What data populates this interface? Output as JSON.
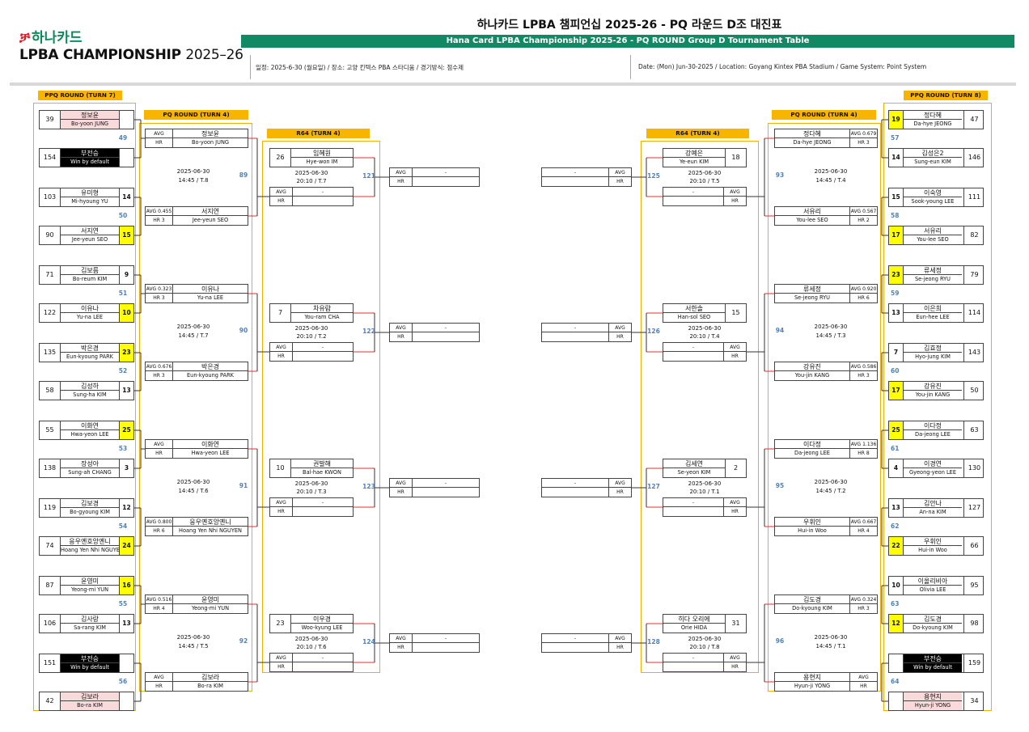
{
  "header": {
    "logo_brand": "하나카드",
    "logo_icon": "hana-logo-icon",
    "logo_lpba": "LPBA CHAMPIONSHIP",
    "logo_year": "2025–26",
    "title_ko": "하나카드 LPBA 챔피언십 2025-26 - PQ 라운드 D조 대진표",
    "title_en": "Hana Card LPBA Championship 2025-26 - PQ ROUND Group D Tournament Table",
    "info_ko": "일정: 2025-6-30 (월요일) / 장소: 고양 킨텍스 PBA 스타디움 / 경기방식: 점수제",
    "info_en": "Date: (Mon) Jun-30-2025 / Location: Goyang Kintex PBA Stadium / Game System: Point System"
  },
  "labels": {
    "ppq7": "PPQ ROUND (TURN 7)",
    "ppq8": "PPQ ROUND (TURN 8)",
    "pq4": "PQ ROUND (TURN 4)",
    "r64": "R64 (TURN 4)",
    "avg": "AVG",
    "hr": "HR",
    "dash": "-"
  },
  "colors": {
    "accent": "#118a63",
    "header": "#f7b500",
    "win": "#ffff00",
    "link": "#4f81bd",
    "loser_line": "#e03030"
  },
  "ppq_left": [
    {
      "num": "49",
      "a": {
        "seed": "39",
        "ko": "정보윤",
        "en": "Bo-yoon JUNG",
        "score": "",
        "style": "pink"
      },
      "b": {
        "seed": "154",
        "ko": "부전승",
        "en": "Win by default",
        "score": "",
        "style": "black"
      }
    },
    {
      "num": "50",
      "a": {
        "seed": "103",
        "ko": "유미형",
        "en": "Mi-hyoung YU",
        "score": "14"
      },
      "b": {
        "seed": "90",
        "ko": "서지연",
        "en": "Jee-yeun SEO",
        "score": "15",
        "win": true
      }
    },
    {
      "num": "51",
      "a": {
        "seed": "71",
        "ko": "김보름",
        "en": "Bo-reum KIM",
        "score": "9"
      },
      "b": {
        "seed": "122",
        "ko": "이유나",
        "en": "Yu-na LEE",
        "score": "10",
        "win": true
      }
    },
    {
      "num": "52",
      "a": {
        "seed": "135",
        "ko": "박은경",
        "en": "Eun-kyoung PARK",
        "score": "23",
        "win": true
      },
      "b": {
        "seed": "58",
        "ko": "김성하",
        "en": "Sung-ha KIM",
        "score": "13"
      }
    },
    {
      "num": "53",
      "a": {
        "seed": "55",
        "ko": "이화연",
        "en": "Hwa-yeon LEE",
        "score": "25",
        "win": true
      },
      "b": {
        "seed": "138",
        "ko": "장성아",
        "en": "Sung-ah CHANG",
        "score": "3"
      }
    },
    {
      "num": "54",
      "a": {
        "seed": "119",
        "ko": "김보경",
        "en": "Bo-gyoung KIM",
        "score": "12"
      },
      "b": {
        "seed": "74",
        "ko": "응우옌호앙옌니",
        "en": "Hoang Yen Nhi NGUYEN",
        "score": "24",
        "win": true
      }
    },
    {
      "num": "55",
      "a": {
        "seed": "87",
        "ko": "윤영미",
        "en": "Yeong-mi YUN",
        "score": "16",
        "win": true
      },
      "b": {
        "seed": "106",
        "ko": "김사랑",
        "en": "Sa-rang KIM",
        "score": "13"
      }
    },
    {
      "num": "56",
      "a": {
        "seed": "151",
        "ko": "부전승",
        "en": "Win by default",
        "score": "",
        "style": "black"
      },
      "b": {
        "seed": "42",
        "ko": "김보라",
        "en": "Bo-ra KIM",
        "score": "",
        "style": "pink"
      }
    }
  ],
  "ppq_right": [
    {
      "num": "57",
      "a": {
        "seed": "47",
        "ko": "정다혜",
        "en": "Da-hye JEONG",
        "score": "19",
        "win": true
      },
      "b": {
        "seed": "146",
        "ko": "김성은2",
        "en": "Sung-eun KIM",
        "score": "14"
      }
    },
    {
      "num": "58",
      "a": {
        "seed": "111",
        "ko": "이숙영",
        "en": "Sook-young LEE",
        "score": "15"
      },
      "b": {
        "seed": "82",
        "ko": "서유리",
        "en": "You-lee SEO",
        "score": "17",
        "win": true
      }
    },
    {
      "num": "59",
      "a": {
        "seed": "79",
        "ko": "류세정",
        "en": "Se-jeong RYU",
        "score": "23",
        "win": true
      },
      "b": {
        "seed": "114",
        "ko": "이은희",
        "en": "Eun-hee LEE",
        "score": "13"
      }
    },
    {
      "num": "60",
      "a": {
        "seed": "143",
        "ko": "김효정",
        "en": "Hyo-jung KIM",
        "score": "7"
      },
      "b": {
        "seed": "50",
        "ko": "강유진",
        "en": "You-jin KANG",
        "score": "17",
        "win": true
      }
    },
    {
      "num": "61",
      "a": {
        "seed": "63",
        "ko": "이다정",
        "en": "Da-jeong LEE",
        "score": "25",
        "win": true
      },
      "b": {
        "seed": "130",
        "ko": "이경연",
        "en": "Gyeong-yeon LEE",
        "score": "4"
      }
    },
    {
      "num": "62",
      "a": {
        "seed": "127",
        "ko": "김안나",
        "en": "An-na KIM",
        "score": "13"
      },
      "b": {
        "seed": "66",
        "ko": "우휘인",
        "en": "Hui-in Woo",
        "score": "22",
        "win": true
      }
    },
    {
      "num": "63",
      "a": {
        "seed": "95",
        "ko": "이올리비아",
        "en": "Olivia LEE",
        "score": "10"
      },
      "b": {
        "seed": "98",
        "ko": "김도경",
        "en": "Do-kyoung KIM",
        "score": "12",
        "win": true
      }
    },
    {
      "num": "64",
      "a": {
        "seed": "159",
        "ko": "부전승",
        "en": "Win by default",
        "score": "",
        "style": "black"
      },
      "b": {
        "seed": "34",
        "ko": "용현지",
        "en": "Hyun-ji YONG",
        "score": "",
        "style": "pink"
      }
    }
  ],
  "pq_left": [
    {
      "num": "89",
      "date": "2025-06-30",
      "time": "14:45 / T.8",
      "a": {
        "ko": "정보윤",
        "en": "Bo-yoon JUNG",
        "avg": "AVG",
        "hr": "HR"
      },
      "b": {
        "ko": "서지연",
        "en": "Jee-yeun SEO",
        "avg": "AVG 0.455",
        "hr": "HR 3"
      }
    },
    {
      "num": "90",
      "date": "2025-06-30",
      "time": "14:45 / T.7",
      "a": {
        "ko": "이유나",
        "en": "Yu-na LEE",
        "avg": "AVG 0.323",
        "hr": "HR 3"
      },
      "b": {
        "ko": "박은경",
        "en": "Eun-kyoung PARK",
        "avg": "AVG 0.676",
        "hr": "HR 3"
      }
    },
    {
      "num": "91",
      "date": "2025-06-30",
      "time": "14:45 / T.6",
      "a": {
        "ko": "이화연",
        "en": "Hwa-yeon LEE",
        "avg": "AVG",
        "hr": "HR"
      },
      "b": {
        "ko": "응우옌호앙옌니",
        "en": "Hoang Yen Nhi NGUYEN",
        "avg": "AVG 0.800",
        "hr": "HR 6"
      }
    },
    {
      "num": "92",
      "date": "2025-06-30",
      "time": "14:45 / T.5",
      "a": {
        "ko": "윤영미",
        "en": "Yeong-mi YUN",
        "avg": "AVG 0.516",
        "hr": "HR 4"
      },
      "b": {
        "ko": "김보라",
        "en": "Bo-ra KIM",
        "avg": "AVG",
        "hr": "HR"
      }
    }
  ],
  "pq_right": [
    {
      "num": "93",
      "date": "2025-06-30",
      "time": "14:45 / T.4",
      "a": {
        "ko": "정다혜",
        "en": "Da-hye JEONG",
        "avg": "AVG 0.679",
        "hr": "HR 3"
      },
      "b": {
        "ko": "서유리",
        "en": "You-lee SEO",
        "avg": "AVG 0.567",
        "hr": "HR 2"
      }
    },
    {
      "num": "94",
      "date": "2025-06-30",
      "time": "14:45 / T.3",
      "a": {
        "ko": "류세정",
        "en": "Se-jeong RYU",
        "avg": "AVG 0.920",
        "hr": "HR 6"
      },
      "b": {
        "ko": "강유진",
        "en": "You-jin KANG",
        "avg": "AVG 0.586",
        "hr": "HR 3"
      }
    },
    {
      "num": "95",
      "date": "2025-06-30",
      "time": "14:45 / T.2",
      "a": {
        "ko": "이다정",
        "en": "Da-jeong LEE",
        "avg": "AVG 1.136",
        "hr": "HR 8"
      },
      "b": {
        "ko": "우휘인",
        "en": "Hui-in Woo",
        "avg": "AVG 0.667",
        "hr": "HR 4"
      }
    },
    {
      "num": "96",
      "date": "2025-06-30",
      "time": "14:45 / T.1",
      "a": {
        "ko": "김도경",
        "en": "Do-kyoung KIM",
        "avg": "AVG 0.324",
        "hr": "HR 3"
      },
      "b": {
        "ko": "용현지",
        "en": "Hyun-ji YONG",
        "avg": "AVG",
        "hr": "HR"
      }
    }
  ],
  "r64_left": [
    {
      "num": "121",
      "date": "2025-06-30",
      "time": "20:10 / T.7",
      "seed": "26",
      "ko": "임혜원",
      "en": "Hye-won IM"
    },
    {
      "num": "122",
      "date": "2025-06-30",
      "time": "20:10 / T.2",
      "seed": "7",
      "ko": "차유람",
      "en": "You-ram CHA"
    },
    {
      "num": "123",
      "date": "2025-06-30",
      "time": "20:10 / T.3",
      "seed": "10",
      "ko": "권발해",
      "en": "Bal-hae KWON"
    },
    {
      "num": "124",
      "date": "2025-06-30",
      "time": "20:10 / T.6",
      "seed": "23",
      "ko": "이우경",
      "en": "Woo-kyung LEE"
    }
  ],
  "r64_right": [
    {
      "num": "125",
      "date": "2025-06-30",
      "time": "20:10 / T.5",
      "seed": "18",
      "ko": "강예은",
      "en": "Ye-eun KIM"
    },
    {
      "num": "126",
      "date": "2025-06-30",
      "time": "20:10 / T.4",
      "seed": "15",
      "ko": "서한솔",
      "en": "Han-sol SEO"
    },
    {
      "num": "127",
      "date": "2025-06-30",
      "time": "20:10 / T.1",
      "seed": "2",
      "ko": "김세연",
      "en": "Se-yeon KIM"
    },
    {
      "num": "128",
      "date": "2025-06-30",
      "time": "20:10 / T.8",
      "seed": "31",
      "ko": "히다 오리에",
      "en": "Orie HIDA"
    }
  ]
}
